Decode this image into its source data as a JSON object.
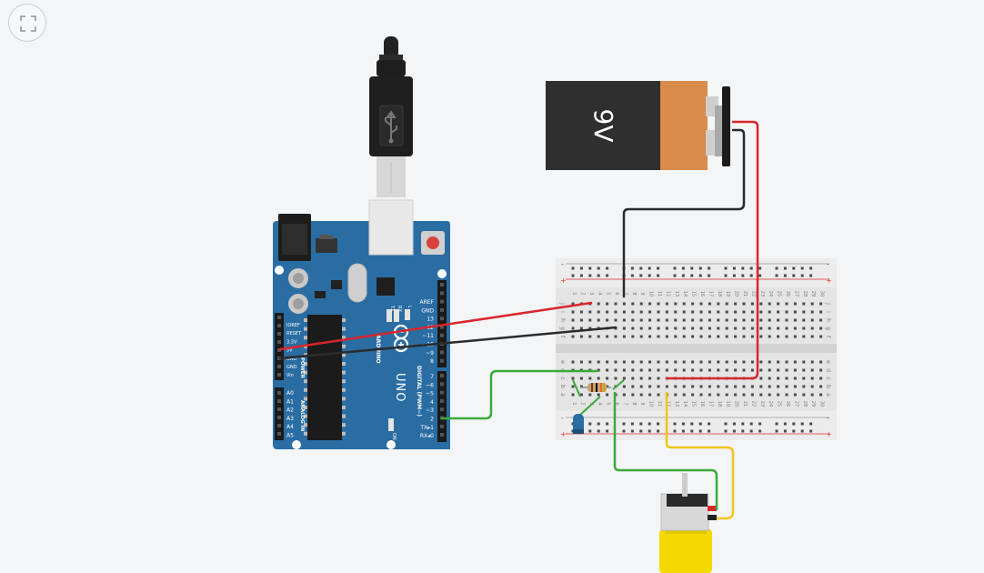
{
  "toolbar": {
    "fit_view_icon": "fullscreen-corners-icon"
  },
  "battery": {
    "label": "9V"
  },
  "arduino": {
    "brand": "ARDUINO",
    "model": "UNO",
    "on_label": "ON",
    "tx_label": "TX",
    "rx_label": "RX",
    "l_label": "L",
    "power_header": "POWER",
    "analog_header": "ANALOG IN",
    "digital_header": "DIGITAL (PWM~)",
    "power_pins": [
      "IOREF",
      "RESET",
      "3.3V",
      "5V",
      "GND",
      "GND",
      "Vin"
    ],
    "analog_pins": [
      "A0",
      "A1",
      "A2",
      "A3",
      "A4",
      "A5"
    ],
    "digital_pins_top": [
      "AREF",
      "GND",
      "13",
      "12",
      "~11",
      "~10",
      "~9",
      "8"
    ],
    "digital_pins_bottom": [
      "7",
      "~6",
      "~5",
      "4",
      "~3",
      "2",
      "TX▸1",
      "RX◂0"
    ]
  },
  "breadboard": {
    "columns": [
      "1",
      "2",
      "3",
      "4",
      "5",
      "6",
      "7",
      "8",
      "9",
      "10",
      "11",
      "12",
      "13",
      "14",
      "15",
      "16",
      "17",
      "18",
      "19",
      "20",
      "21",
      "22",
      "23",
      "24",
      "25",
      "26",
      "27",
      "28",
      "29",
      "30"
    ],
    "rows_top": [
      "j",
      "i",
      "h",
      "g",
      "f"
    ],
    "rows_bottom": [
      "e",
      "d",
      "c",
      "b",
      "a"
    ],
    "rail_plus": "+",
    "rail_minus": "-"
  },
  "colors": {
    "background": "#f3f5f7",
    "arduino_board": "#2a6da3",
    "wire_red": "#d9262b",
    "wire_black": "#2b2b2b",
    "wire_green": "#3aab3a",
    "wire_yellow": "#f2c51d",
    "motor_yellow": "#f3d800",
    "battery_copper": "#d98b4c"
  }
}
